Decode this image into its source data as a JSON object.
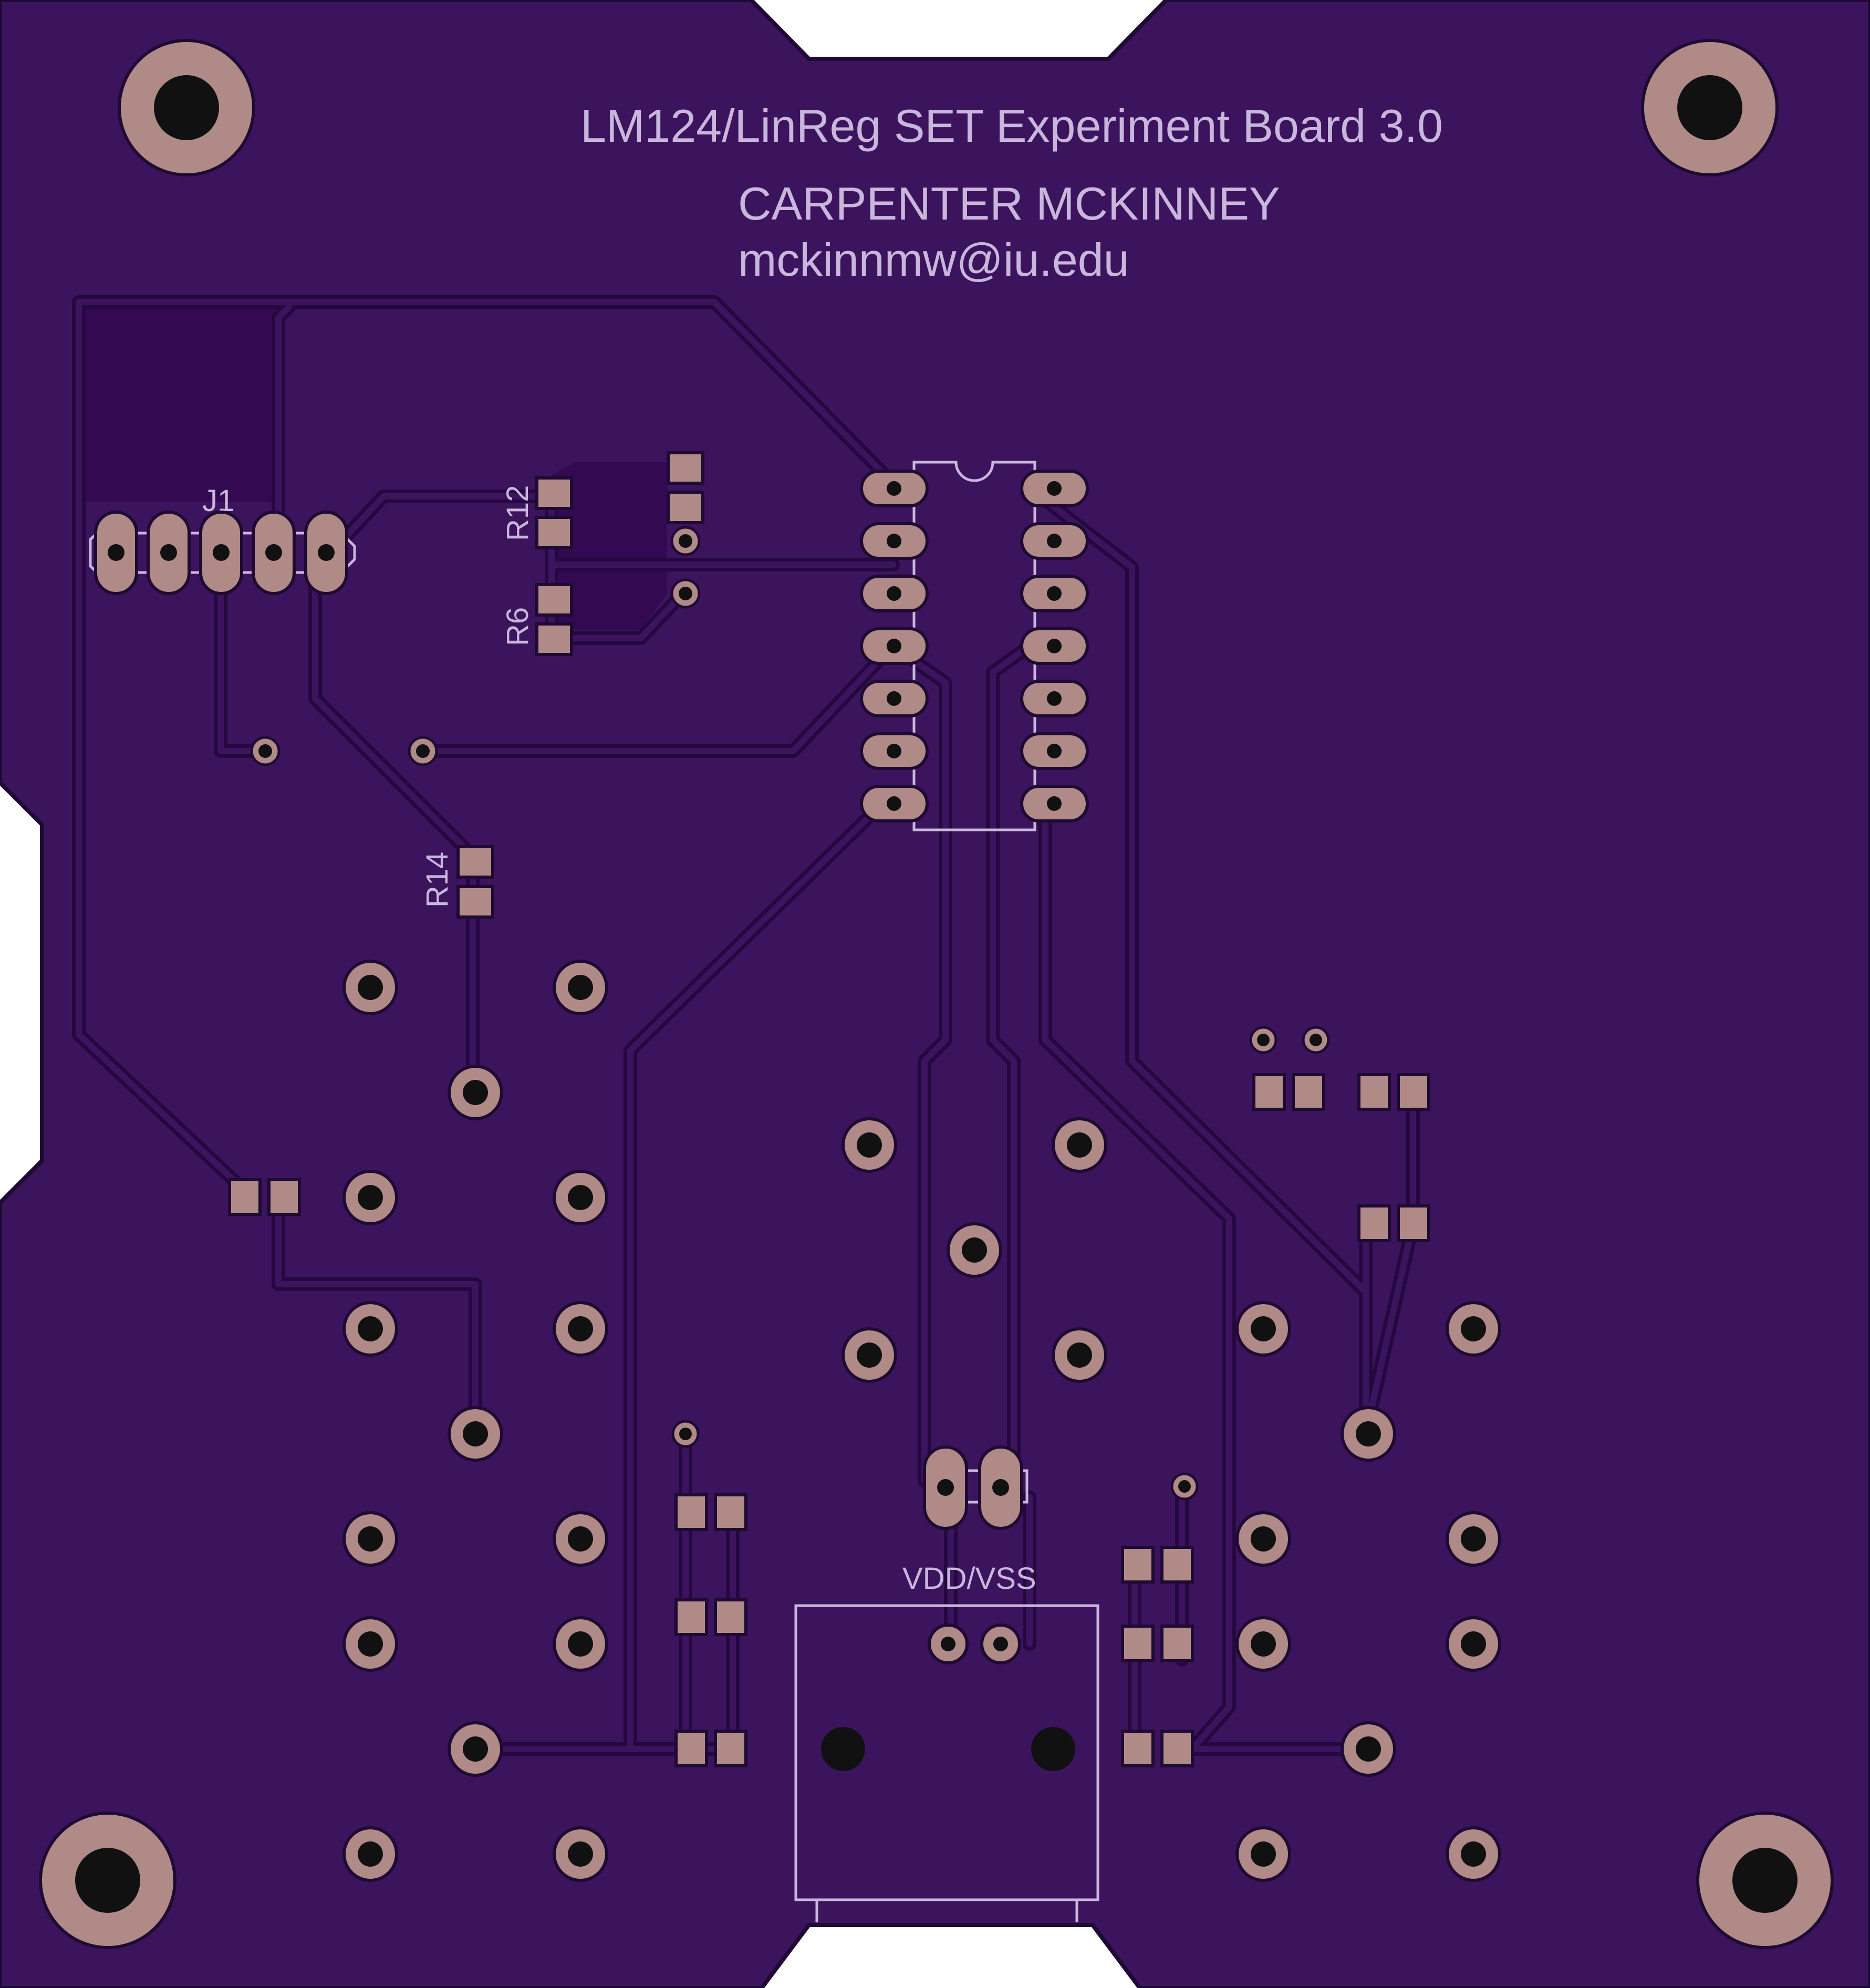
{
  "board": {
    "title": "LM124/LinReg SET Experiment Board 3.0",
    "author": "CARPENTER MCKINNEY",
    "email": "mckinnmw@iu.edu"
  },
  "labels": {
    "connector": "J1",
    "resistor_r12": "R12",
    "resistor_r6": "R6",
    "resistor_r14": "R14",
    "power": "VDD/VSS"
  },
  "colors": {
    "outside": "#ffffff",
    "board_edge": "#1e0a33",
    "board": "#3c145d",
    "copper_pour": "#330a52",
    "trace_edge": "#260840",
    "pad": "#b08a86",
    "pad_edge": "#1e0a33",
    "drill": "#111111",
    "silkscreen": "#c9b6dc"
  },
  "icons": {
    "mounting_hole": "mounting-hole-icon",
    "through_hole_pad": "through-hole-pad-icon",
    "smd_pad": "smd-pad-icon",
    "via": "via-icon"
  }
}
